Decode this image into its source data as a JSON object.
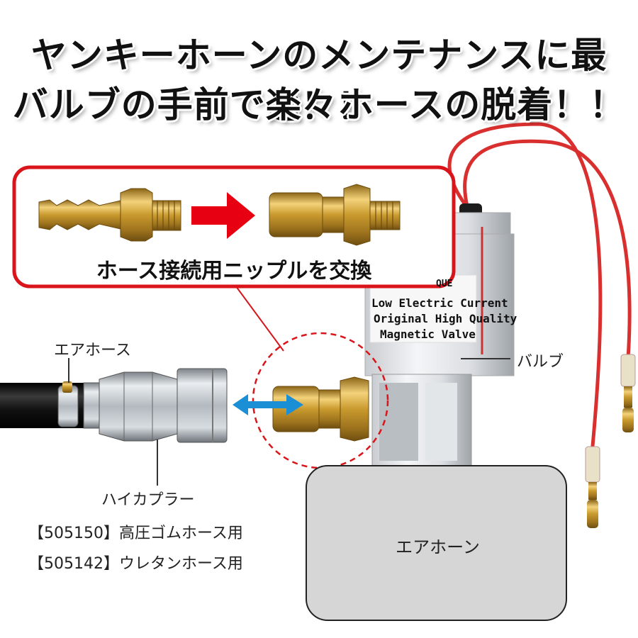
{
  "headline": {
    "line1": "ヤンキーホーンのメンテナンスに最適！！",
    "line2": "バルブの手前で楽々ホースの脱着！！"
  },
  "callout": {
    "label": "ホース接続用ニップルを交換"
  },
  "labels": {
    "air_hose": "エアホース",
    "valve": "バルブ",
    "hi_coupler": "ハイカプラー",
    "product_1": "【505150】高圧ゴムホース用",
    "product_2": "【505142】ウレタンホース用",
    "air_horn": "エアホーン"
  },
  "valve_text": {
    "brand": "QUE",
    "line1": "Low Electric Current",
    "line2": "Original High Quality",
    "line3": "Magnetic Valve"
  },
  "colors": {
    "callout_border": "#d9151b",
    "arrow_red": "#e60012",
    "arrow_blue": "#1a8fd6",
    "wire_red": "#d9302f",
    "brass": "#c99a2e",
    "horn_box": "#d6d6d6"
  },
  "icons": {
    "swap_arrow": "double-headed-arrow",
    "replace_arrow": "right-arrow"
  }
}
